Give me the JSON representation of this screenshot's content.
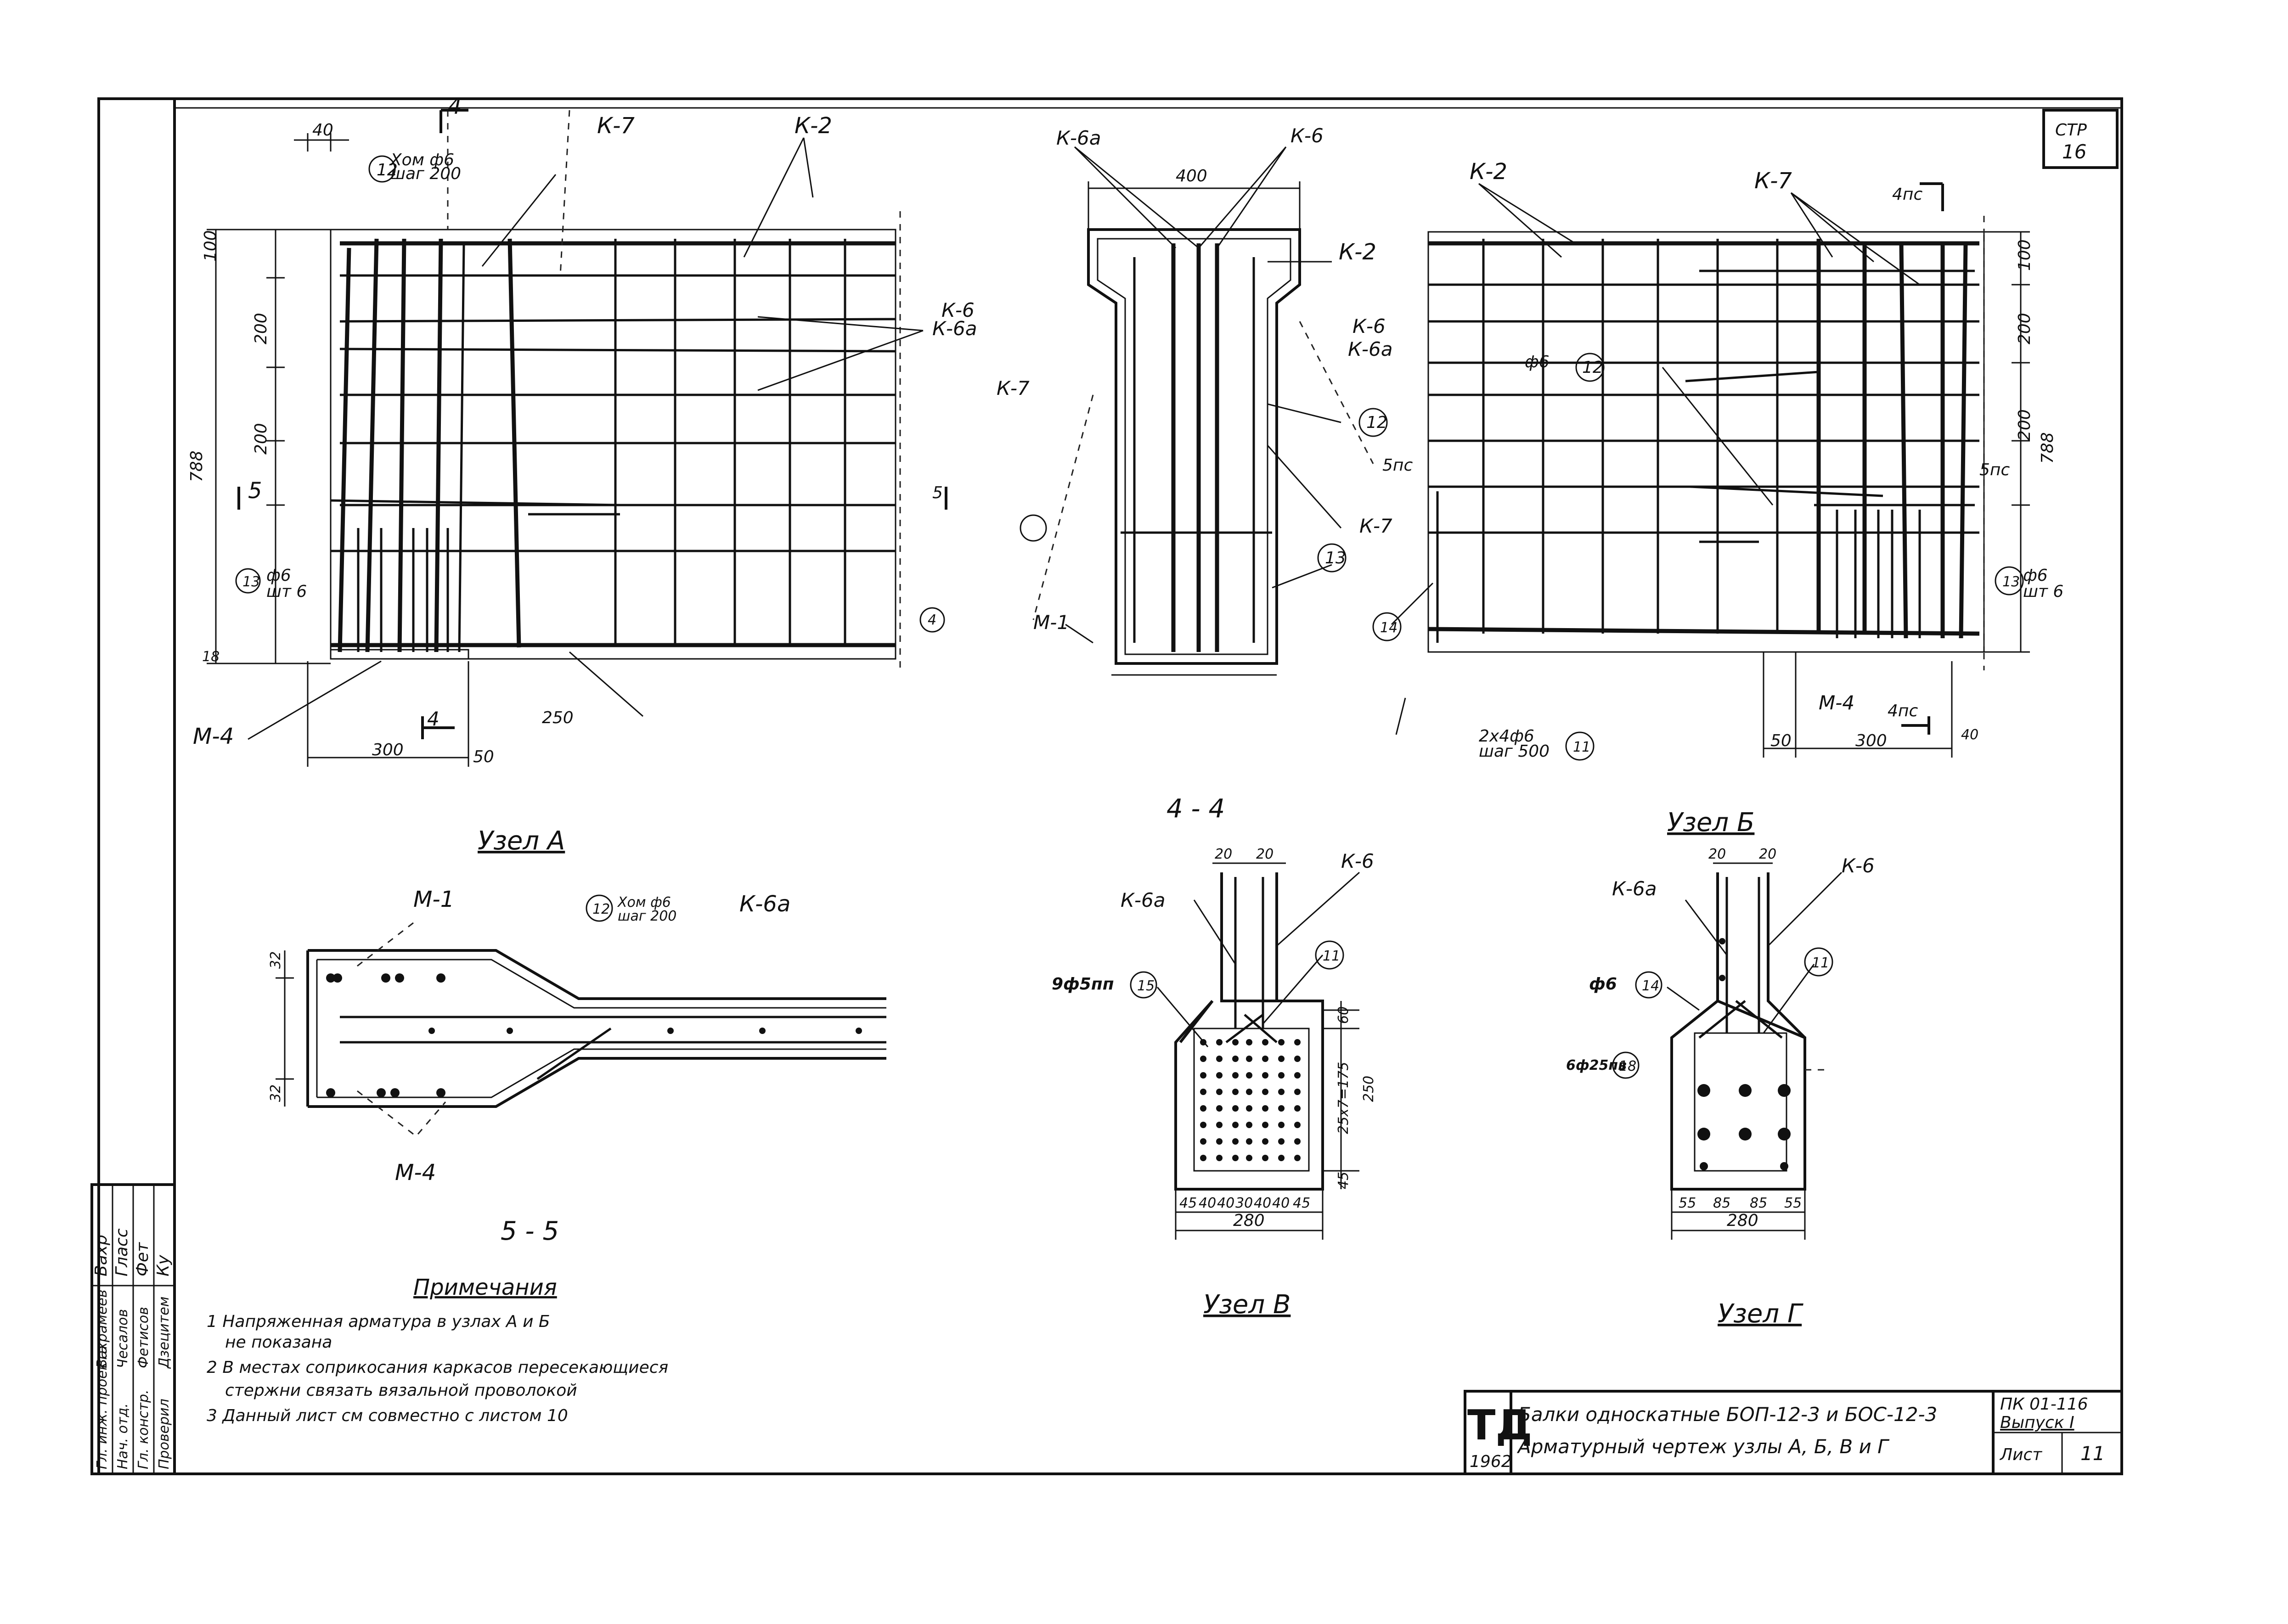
{
  "sheet": {
    "page_label": "СТР",
    "page_no": "16",
    "stamp_letters": "ТД",
    "stamp_year": "1962",
    "title_line1": "Балки односкатные БОП-12-3 и БОС-12-3",
    "title_line2": "Арматурный чертеж узлы А, Б, В и Г",
    "series": "ПК 01-116",
    "issue": "Выпуск I",
    "sheet_label": "Лист",
    "sheet_no": "11"
  },
  "side_stamp": {
    "rows": [
      "Гл. инж. проекта",
      "Нач. отд.",
      "Гл. констр.",
      "Проверил"
    ],
    "names": [
      "Вахрамеев",
      "Чесалов",
      "Фетисов",
      "Дзецитем"
    ],
    "signatures": [
      "Вахр",
      "Гласс",
      "Фет",
      "Ку"
    ]
  },
  "views": {
    "node_a": "Узел А",
    "node_b": "Узел Б",
    "node_v": "Узел В",
    "node_g": "Узел Г",
    "sec_44": "4 - 4",
    "sec_55": "5 - 5"
  },
  "labels": {
    "k2": "К-2",
    "k6": "К-6",
    "k6a": "К-6а",
    "k7": "К-7",
    "m1": "М-1",
    "m4": "М-4",
    "n12": "12",
    "n13": "13",
    "n14": "14",
    "n15": "15",
    "n11": "11",
    "n18": "18",
    "hom_phi6": "Хом ф6",
    "step200": "шаг 200",
    "phi6": "ф6",
    "pcs6": "шт 6",
    "step500": "шаг 500",
    "x4phi6": "2х4ф6",
    "ninephi5": "9ф5пп",
    "sixphi25": "6ф25пв",
    "cut4": "4",
    "cut5": "5",
    "cut4pc": "4пс",
    "cut5pc": "5пс"
  },
  "dims": {
    "d40": "40",
    "d400": "400",
    "d100": "100",
    "d200": "200",
    "d788": "788",
    "d18": "18",
    "d250": "250",
    "d300": "300",
    "d50": "50",
    "d20": "20",
    "d280": "280",
    "d60": "60",
    "d32": "32",
    "d25x7": "25х7=175",
    "d45": "45",
    "b_dims": [
      "45",
      "40",
      "40",
      "30",
      "40",
      "40",
      "45"
    ],
    "g_dims": [
      "55",
      "85",
      "85",
      "55"
    ]
  },
  "notes": {
    "heading": "Примечания",
    "items": [
      "1 Напряженная арматура в узлах А и Б",
      "не показана",
      "2 В местах соприкосания каркасов пересекающиеся",
      "стержни связать вязальной проволокой",
      "3 Данный лист см совместно с листом 10"
    ]
  }
}
